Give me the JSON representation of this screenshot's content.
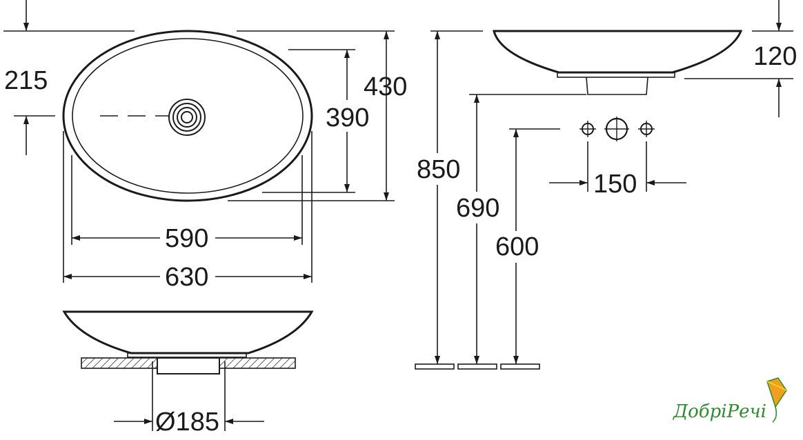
{
  "dimensions": {
    "d215": "215",
    "d430": "430",
    "d390": "390",
    "d590": "590",
    "d630": "630",
    "d185": "Ø185",
    "d850": "850",
    "d690": "690",
    "d600": "600",
    "d150": "150",
    "d120": "120"
  },
  "logo": {
    "text": "ДобріРечі"
  },
  "colors": {
    "line": "#1a1a1a",
    "logo_green": "#2e8b2e",
    "logo_orange": "#f0a020",
    "logo_yellow": "#f5d020"
  }
}
